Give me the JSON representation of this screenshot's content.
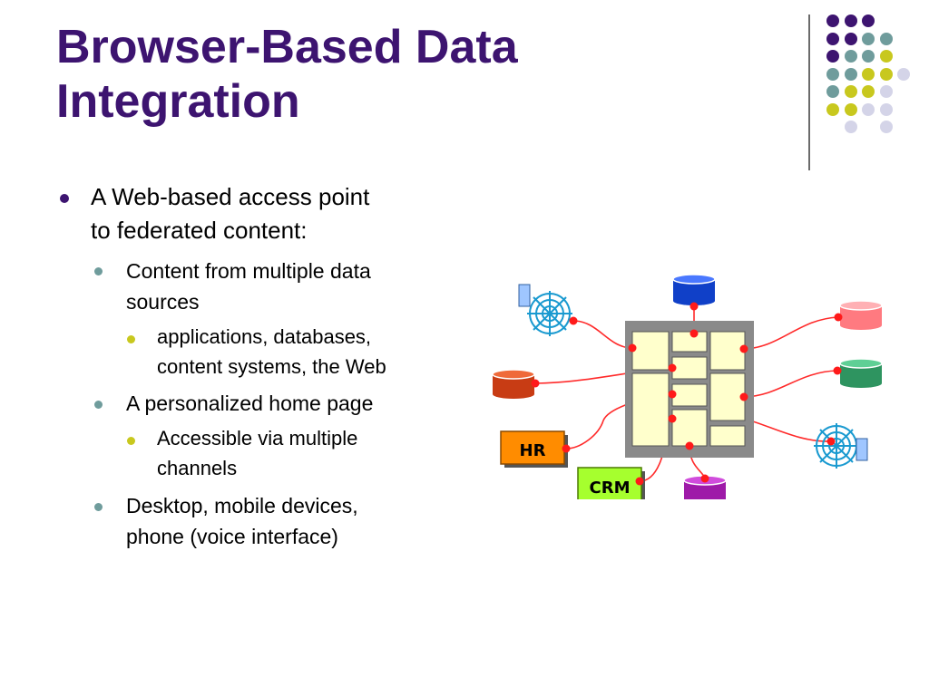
{
  "slide": {
    "title_lines": [
      "Browser-Based Data",
      "Integration"
    ],
    "bullets": [
      {
        "level": 1,
        "lines": [
          "A Web-based access point",
          "to federated content:"
        ]
      },
      {
        "level": 2,
        "lines": [
          "Content from multiple data",
          "sources"
        ]
      },
      {
        "level": 3,
        "lines": [
          "applications, databases,",
          "content systems, the Web"
        ]
      },
      {
        "level": 2,
        "lines": [
          "A personalized home page"
        ]
      },
      {
        "level": 3,
        "lines": [
          "Accessible via multiple",
          "channels"
        ]
      },
      {
        "level": 2,
        "lines": [
          "Desktop, mobile devices,",
          "phone (voice interface)"
        ]
      }
    ]
  },
  "colors": {
    "title": "#3d1470",
    "purple": "#3d1470",
    "teal": "#6f9c9c",
    "olive": "#c8c81e",
    "lavender": "#d4d4e8",
    "connector": "#ff2a2a",
    "hr_box": "#ff8c00",
    "crm_box": "#a6ff2e",
    "db_blue": "#1040c8",
    "db_pink": "#ff7a80",
    "db_orange": "#c83c14",
    "db_green": "#2e9460",
    "db_magenta": "#9e1aa8",
    "portal_frame": "#8a8a8a",
    "portal_panel": "#ffffcc"
  },
  "diagram": {
    "hr_label": "HR",
    "crm_label": "CRM",
    "icons": [
      "web-icon",
      "web-icon",
      "database-icon"
    ]
  },
  "decor_dot_grid": [
    [
      "purple",
      "purple",
      "purple",
      null
    ],
    [
      "purple",
      "purple",
      "teal",
      "teal"
    ],
    [
      "purple",
      "teal",
      "teal",
      "olive"
    ],
    [
      "teal",
      "teal",
      "olive",
      "olive",
      "lavender"
    ],
    [
      "teal",
      "olive",
      "olive",
      "lavender"
    ],
    [
      "olive",
      "olive",
      "lavender",
      "lavender"
    ],
    [
      null,
      "lavender",
      null,
      "lavender"
    ]
  ]
}
